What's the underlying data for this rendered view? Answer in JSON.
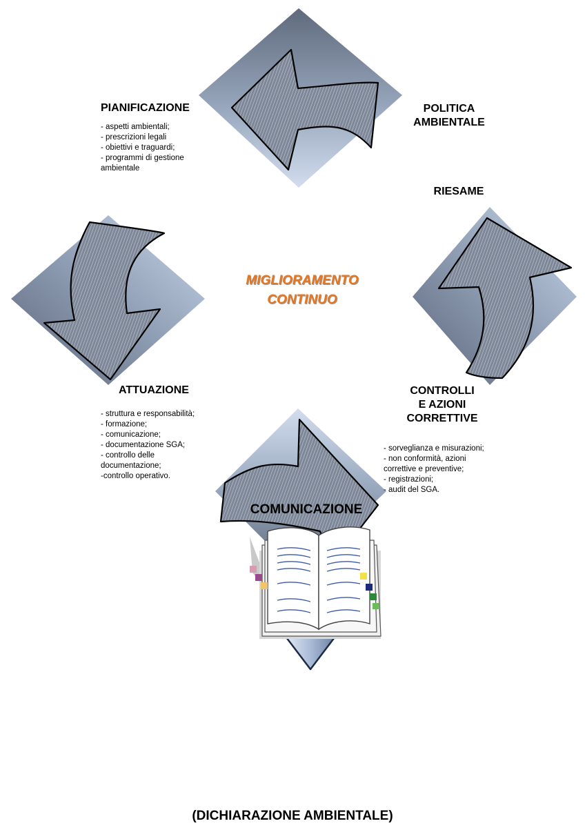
{
  "pianificazione": {
    "title": "PIANIFICAZIONE",
    "items": [
      "- aspetti ambientali;",
      "- prescrizioni legali",
      "- obiettivi e traguardi;",
      "- programmi di gestione",
      "ambientale"
    ]
  },
  "politica": {
    "line1": "POLITICA",
    "line2": "AMBIENTALE"
  },
  "riesame": {
    "title": "RIESAME"
  },
  "center": {
    "line1": "MIGLIORAMENTO",
    "line2": "CONTINUO"
  },
  "attuazione": {
    "title": "ATTUAZIONE",
    "items": [
      "- struttura e responsabilità;",
      "- formazione;",
      "- comunicazione;",
      "- documentazione SGA;",
      "- controllo delle",
      "documentazione;",
      "-controllo operativo."
    ]
  },
  "controlli": {
    "line1": "CONTROLLI",
    "line2": "E AZIONI",
    "line3": "CORRETTIVE",
    "items": [
      "- sorveglianza e misurazioni;",
      "- non conformità, azioni",
      "correttive e preventive;",
      "- registrazioni;",
      "- audit del SGA."
    ]
  },
  "comunicazione": {
    "title": "COMUNICAZIONE"
  },
  "dichiarazione": {
    "title": "(DICHIARAZIONE AMBIENTALE)"
  },
  "icons": {
    "book": "book-icon",
    "down_arrow": "arrow-down-icon"
  },
  "colors": {
    "accent": "#e8761c",
    "diamond_dark": "#6a7486",
    "diamond_light": "#c6d3e6"
  }
}
